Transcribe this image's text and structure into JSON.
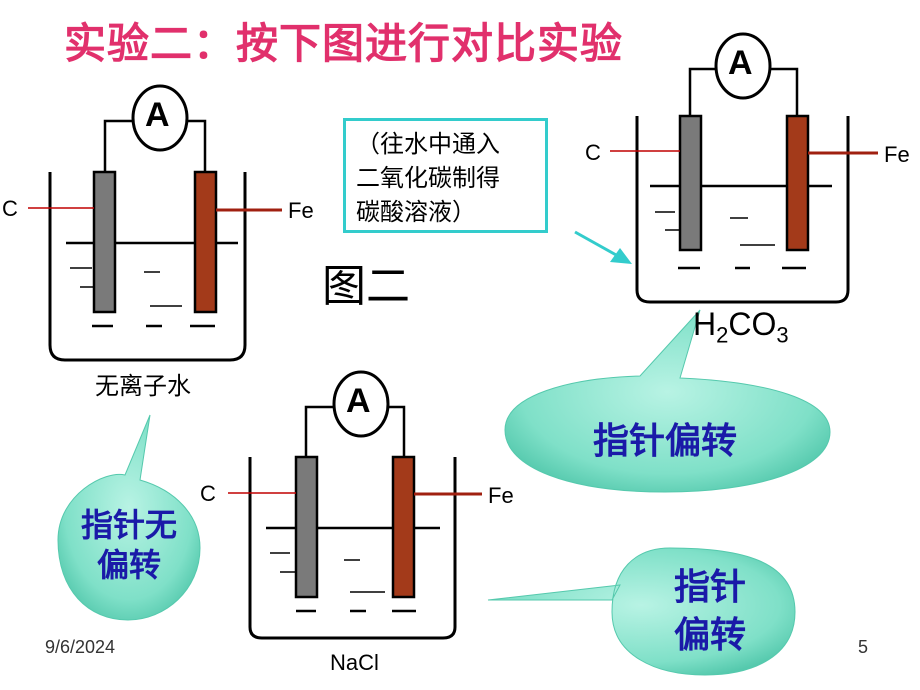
{
  "title": "实验二：按下图进行对比实验",
  "figure_label": "图二",
  "note": {
    "lines": [
      "（往水中通入",
      "二氧化碳制得",
      "碳酸溶液）"
    ]
  },
  "ammeter_label": "A",
  "electrode_left": "C",
  "electrode_right": "Fe",
  "captions": {
    "left": "无离子水",
    "bottom": "NaCl",
    "right_main": "H",
    "right_sub1": "2",
    "right_mid": "CO",
    "right_sub2": "3"
  },
  "bubbles": {
    "left_line1": "指针无",
    "left_line2": "偏转",
    "right": "指针偏转",
    "bottom_line1": "指针",
    "bottom_line2": "偏转"
  },
  "footer": {
    "date": "9/6/2024",
    "page": "5"
  },
  "colors": {
    "title": "#e1306c",
    "bubble_fill": "#7fe0c8",
    "bubble_text": "#1a1aa8",
    "carbon": "#7a7a7a",
    "iron": "#a33a1a",
    "note_border": "#33cccc"
  }
}
